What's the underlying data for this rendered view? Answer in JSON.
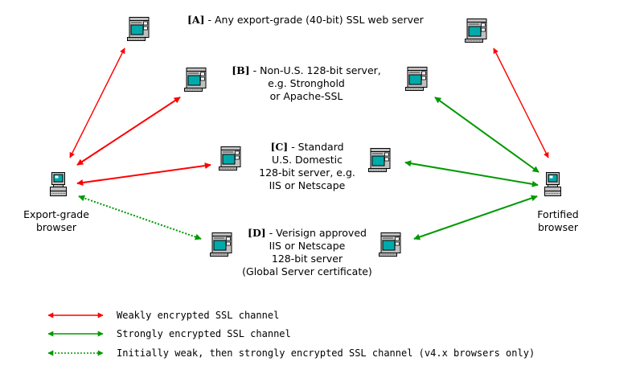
{
  "colors": {
    "weak": "#ff0000",
    "strong": "#009900",
    "monitor_body": "#c0c0c0",
    "screen": "#00aaaa",
    "outline": "#000000"
  },
  "icons": {
    "server": "server-icon",
    "workstation": "workstation-icon"
  },
  "clients": {
    "export": {
      "line1": "Export-grade",
      "line2": "browser"
    },
    "fortified": {
      "line1": "Fortified",
      "line2": "browser"
    }
  },
  "servers": [
    {
      "tag": "[A]",
      "lines": [
        " - Any export-grade (40-bit) SSL web server"
      ]
    },
    {
      "tag": "[B]",
      "lines": [
        " - Non-U.S. 128-bit server,",
        "e.g. Stronghold",
        "or Apache-SSL"
      ]
    },
    {
      "tag": "[C]",
      "lines": [
        " - Standard",
        "U.S. Domestic",
        "128-bit server, e.g.",
        "IIS or Netscape"
      ]
    },
    {
      "tag": "[D]",
      "lines": [
        " - Verisign approved",
        "IIS or Netscape",
        "128-bit server",
        "(Global Server certificate)"
      ]
    }
  ],
  "legend": [
    {
      "style": "weak",
      "text": "Weakly encrypted SSL channel"
    },
    {
      "style": "strong",
      "text": "Strongly encrypted SSL channel"
    },
    {
      "style": "weak-strong",
      "text": "Initially weak, then strongly encrypted SSL channel (v4.x browsers only)"
    }
  ]
}
